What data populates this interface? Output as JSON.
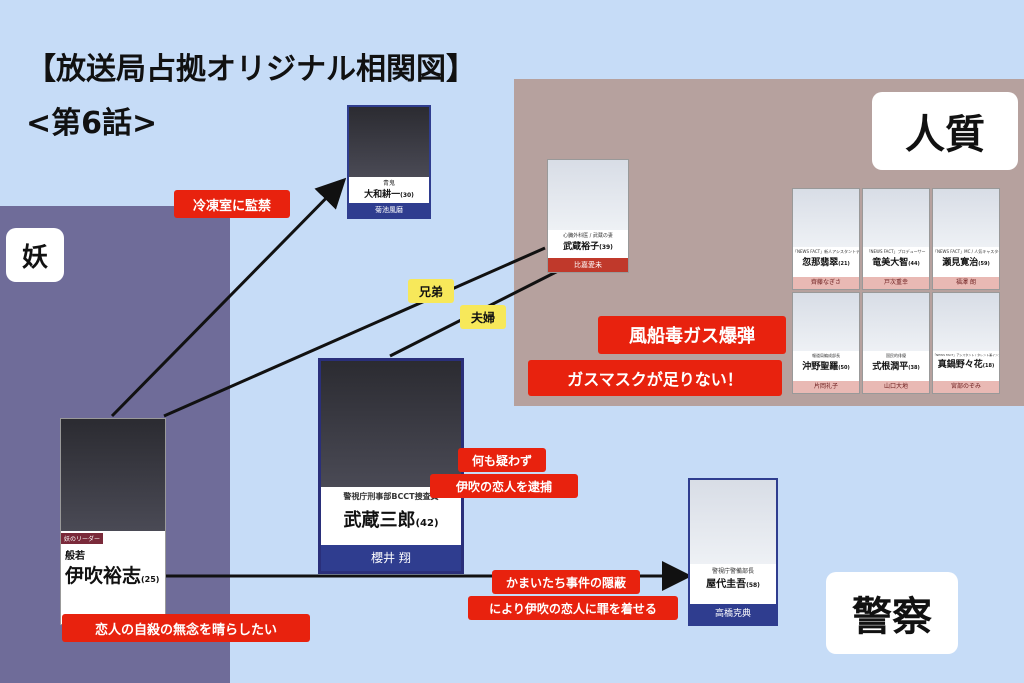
{
  "title": "【放送局占拠オリジナル相関図】",
  "subtitle": "<第6話>",
  "zones": {
    "ayakashi": "妖",
    "hostage": "人質",
    "police": "警察"
  },
  "characters": {
    "yamato": {
      "role": "青鬼",
      "name": "大和耕一",
      "age": "(30)",
      "actor": "菊池風磨"
    },
    "musashi_yuko": {
      "role": "心臓外科医 / 武蔵の妻",
      "name": "武蔵裕子",
      "age": "(39)",
      "actor": "比嘉愛未"
    },
    "musashi_saburo": {
      "role": "警視庁刑事部BCCT捜査員",
      "name": "武蔵三郎",
      "age": "(42)",
      "actor": "櫻井 翔"
    },
    "ibuki": {
      "group": "妖のリーダー",
      "role": "般若",
      "name": "伊吹裕志",
      "age": "(25)"
    },
    "yashiro": {
      "role": "警視庁警備部長",
      "name": "屋代圭吾",
      "age": "(58)",
      "actor": "高橋克典"
    },
    "hostages": [
      {
        "role": "「NEWS FACT」新人アシスタントディレクター",
        "name": "忽那翡翠",
        "age": "(21)",
        "actor": "齊藤なぎさ"
      },
      {
        "role": "「NEWS FACT」プロデューサー",
        "name": "竜美大智",
        "age": "(44)",
        "actor": "戸次重幸"
      },
      {
        "role": "「NEWS FACT」MC / 人気キャスター",
        "name": "瀬見寛治",
        "age": "(59)",
        "actor": "福澤 朗"
      },
      {
        "role": "報道局編成部長",
        "name": "沖野聖羅",
        "age": "(50)",
        "actor": "片岡礼子"
      },
      {
        "role": "国民的俳優",
        "name": "式根潤平",
        "age": "(38)",
        "actor": "山口大地"
      },
      {
        "role": "「NEWS FACT」アシスタント / タレント兼インフルエンサー",
        "name": "真鍋野々花",
        "age": "(18)",
        "actor": "宮部のぞみ"
      }
    ]
  },
  "labels": {
    "kantei": "冷凍室に監禁",
    "kyodai": "兄弟",
    "fuufu": "夫婦",
    "bakudan": "風船毒ガス爆弾",
    "gasmask": "ガスマスクが足りない！",
    "taiho_1": "何も疑わず",
    "taiho_2": "伊吹の恋人を逮捕",
    "jiken_1": "かまいたち事件の隠蔽",
    "jiken_2": "により伊吹の恋人に罪を着せる",
    "jisatsu": "恋人の自殺の無念を晴らしたい"
  },
  "colors": {
    "background": "#c6dcf7",
    "ayakashi_zone": "#6f6c99",
    "hostage_zone": "#b6a19e",
    "red_tag": "#e8220e",
    "yellow_tag": "#f7e85a"
  }
}
